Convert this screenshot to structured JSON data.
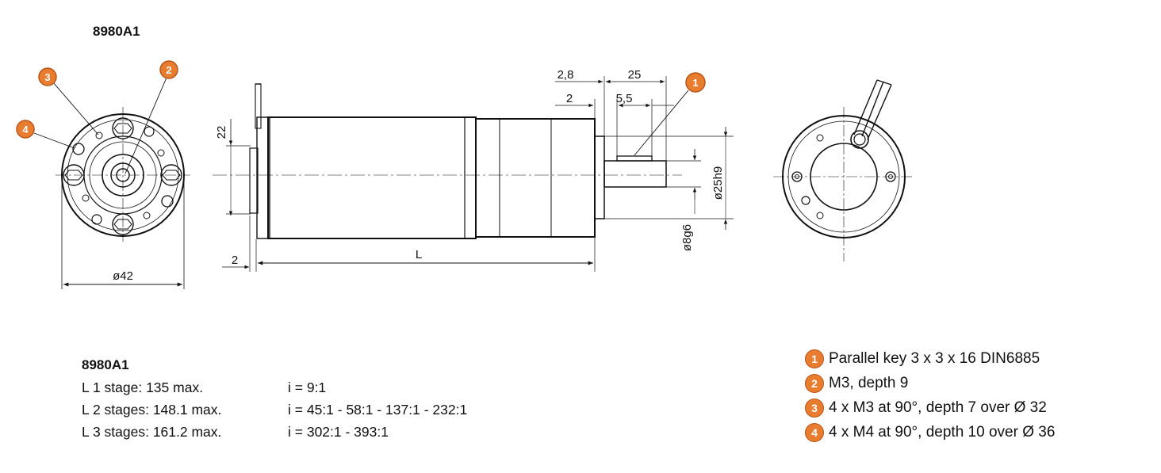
{
  "model": "8980A1",
  "callouts": [
    "1",
    "2",
    "3",
    "4"
  ],
  "dimensions": {
    "d42": "ø42",
    "l22": "22",
    "l2_left": "2",
    "L": "L",
    "d2_8": "2,8",
    "d25": "25",
    "d2": "2",
    "d5_5": "5,5",
    "d25h9": "ø25h9",
    "d8g6": "ø8g6"
  },
  "specs": {
    "title": "8980A1",
    "rows": [
      {
        "label": "L  1 stage: 135 max.",
        "ratio": "i =  9:1"
      },
      {
        "label": "L  2 stages: 148.1 max.",
        "ratio": "i =  45:1 - 58:1 - 137:1 - 232:1"
      },
      {
        "label": "L  3 stages: 161.2 max.",
        "ratio": "i =  302:1 - 393:1"
      }
    ]
  },
  "legend": [
    {
      "num": "1",
      "text": "Parallel key 3 x 3 x 16 DIN6885"
    },
    {
      "num": "2",
      "text": "M3, depth 9"
    },
    {
      "num": "3",
      "text": "4 x M3 at 90°, depth 7 over Ø 32"
    },
    {
      "num": "4",
      "text": "4 x M4 at 90°, depth 10 over Ø 36"
    }
  ],
  "colors": {
    "badge": "#e97d2f",
    "line": "#111111"
  }
}
